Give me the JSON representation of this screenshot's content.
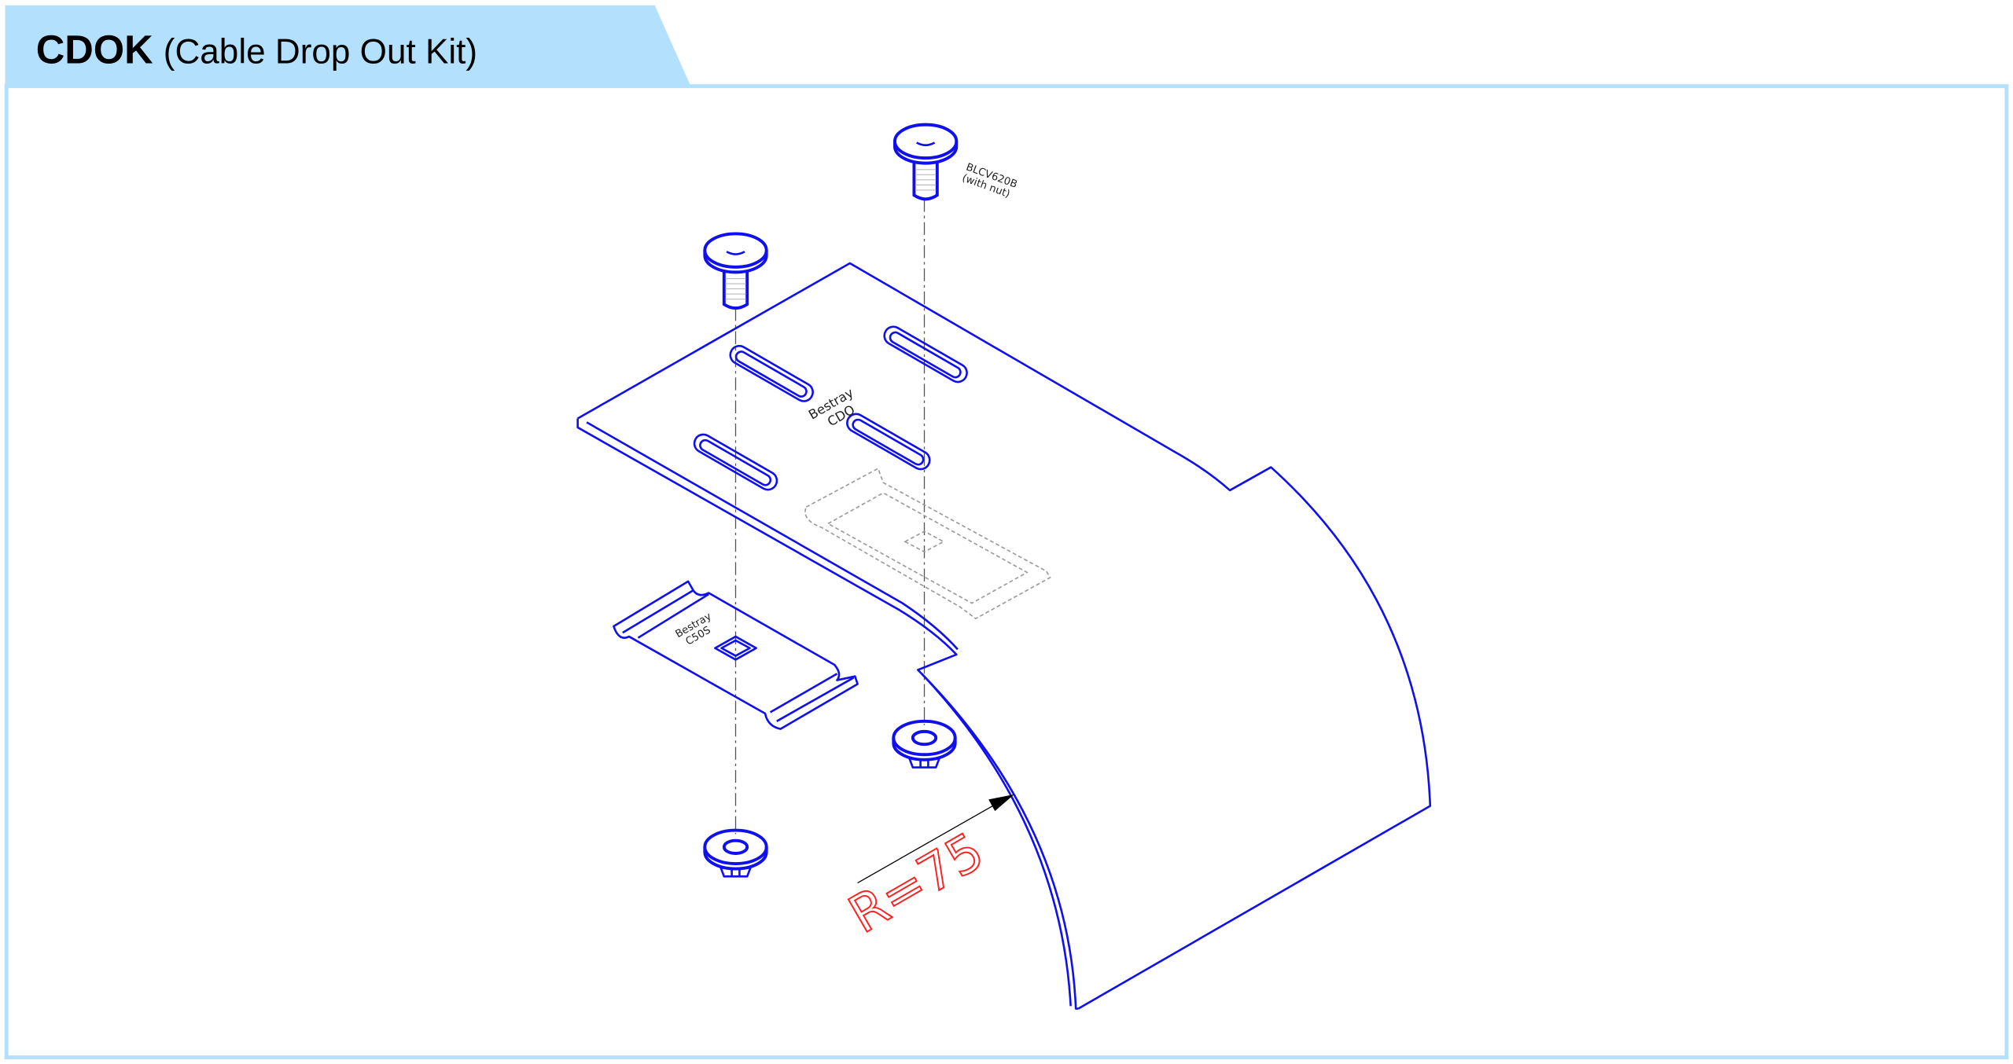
{
  "header": {
    "code": "CDOK",
    "description": "(Cable Drop Out Kit)",
    "tab_color": "#b3e0fd"
  },
  "drawing": {
    "tray_label_1": "Bestray",
    "tray_label_2": "CDO",
    "clip_label_1": "Bestray",
    "clip_label_2": "C50S",
    "bolt_label_1": "BLCV620B",
    "bolt_label_2": "(with nut)",
    "radius_label": "R=75",
    "line_color": "#1010ee",
    "dimension_color": "#ff2020"
  }
}
